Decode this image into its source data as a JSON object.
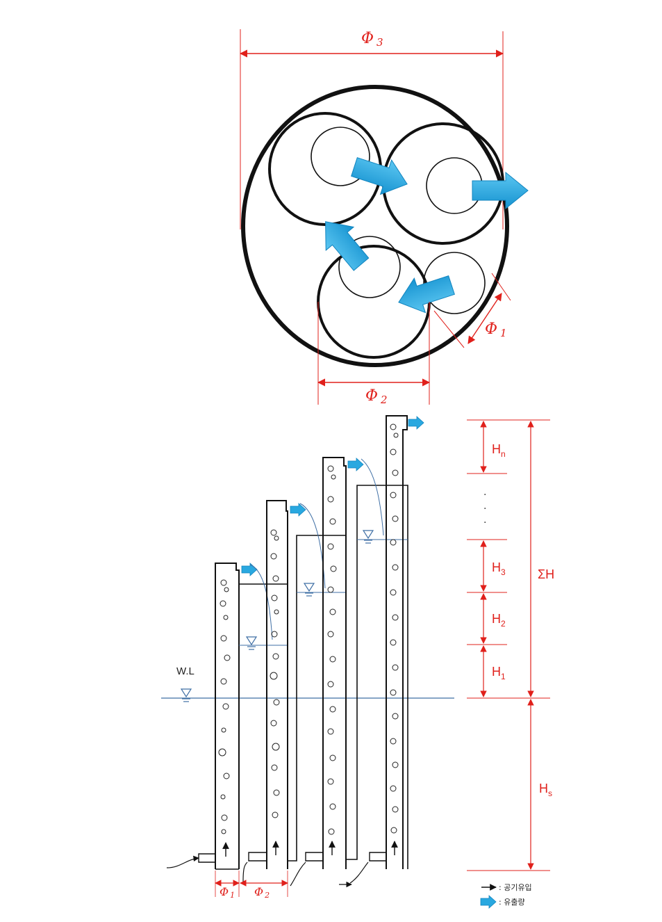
{
  "top_view": {
    "phi3": "Φ",
    "phi3_sub": "3",
    "phi2": "Φ",
    "phi2_sub": "2",
    "phi1": "Φ",
    "phi1_sub": "1"
  },
  "section": {
    "water_level": "W.L",
    "heights": [
      {
        "main": "H",
        "sub": "n"
      },
      {
        "main": "H",
        "sub": "3"
      },
      {
        "main": "H",
        "sub": "2"
      },
      {
        "main": "H",
        "sub": "1"
      }
    ],
    "ellipsis": ".",
    "total_head": "ΣH",
    "submergence": {
      "main": "H",
      "sub": "s"
    },
    "phi1": "Φ",
    "phi1_sub": "1",
    "phi2": "Φ",
    "phi2_sub": "2"
  },
  "legend": {
    "air_inflow": ": 공기유입",
    "outflow": ": 유출량"
  },
  "colors": {
    "dimension": "#e0201b",
    "water": "#3f6fa5",
    "flow_arrow": "#29a8e0",
    "outline": "#111111"
  }
}
